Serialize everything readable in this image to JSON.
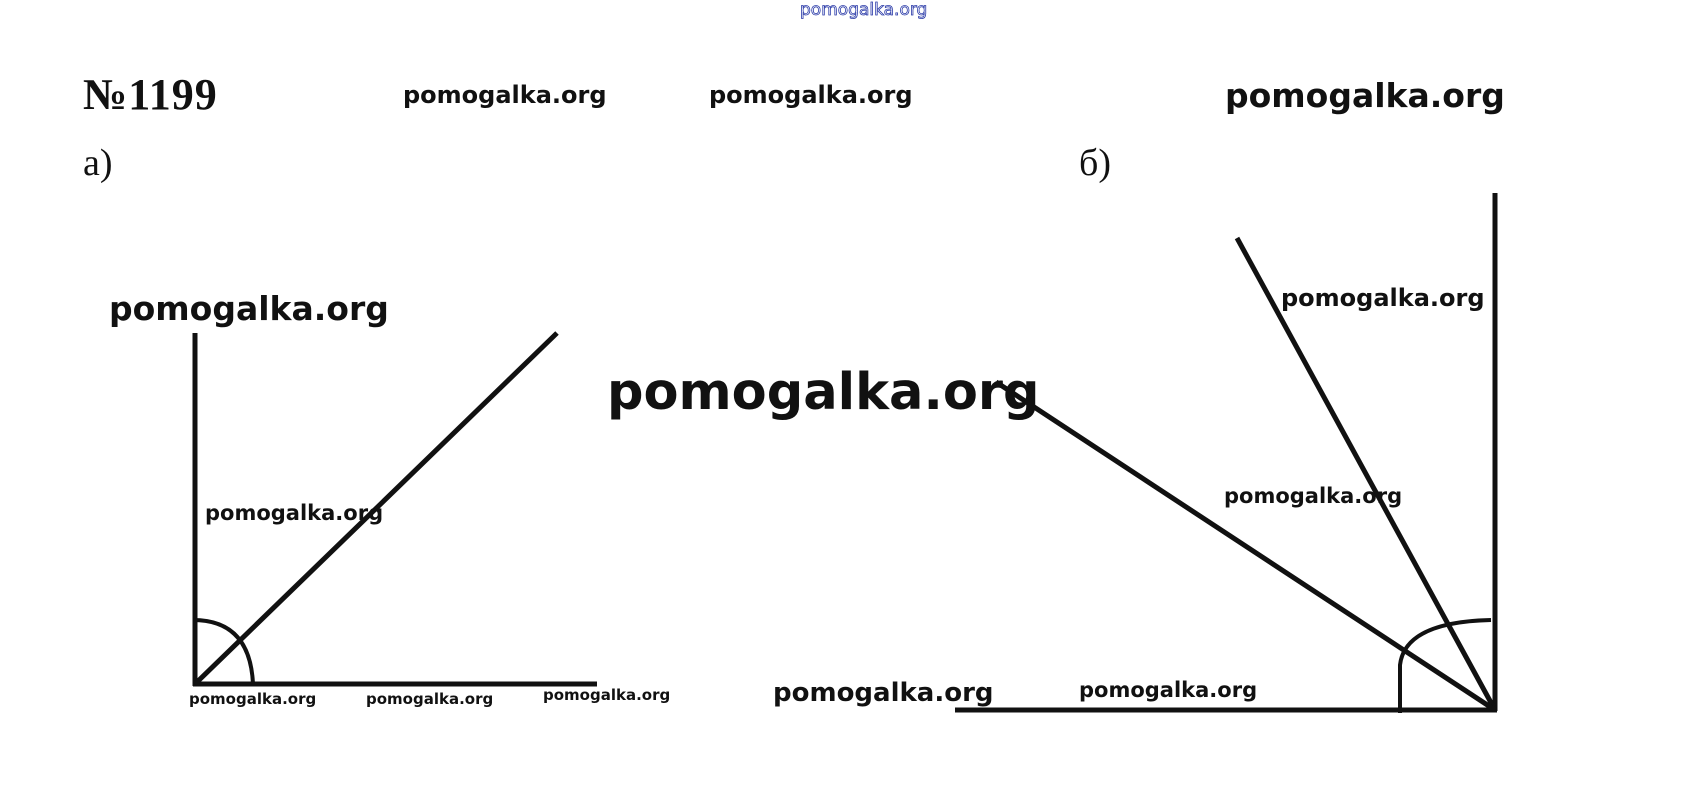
{
  "problem": {
    "number": "№1199"
  },
  "parts": {
    "a_label": "а)",
    "b_label": "б)"
  },
  "watermark": {
    "text": "pomogalka.org"
  },
  "colors": {
    "lines": "#111111",
    "top_watermark_outline": "#2a3aa8",
    "background": "#ffffff"
  }
}
